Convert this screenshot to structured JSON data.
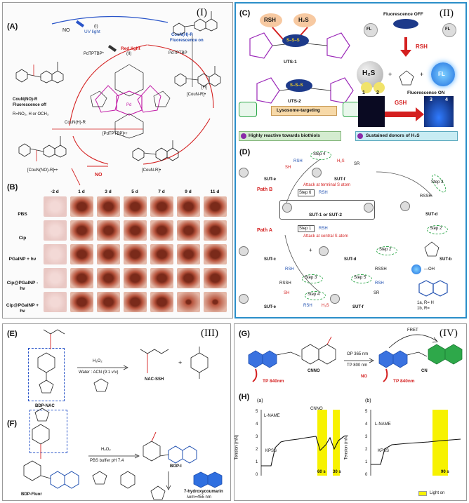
{
  "panel_I": {
    "roman": "(I)",
    "label_A": "(A)",
    "no_top": "NO",
    "uv": "UV light",
    "step_i": "(I)",
    "red_light": "Red light",
    "step_ii": "(II)",
    "pdtptbp_star": "PdTPTBP*",
    "pdtptbp": "PdTPTBP",
    "product_name": "CouN(H)-R",
    "product_state": "Fluorescence on",
    "start_name": "CouN(NO)-R",
    "start_state": "Fluorescence off",
    "r_groups": "R=NO₂, H or OCH₃",
    "pd_label": "Pd",
    "couNH_mid": "CouN(H)-R",
    "pd_radical": "[PdTPTBP]•+",
    "radical_cation": "[CouN-R]•",
    "h_abs": "[H]",
    "radical_left": "[CouN(NO)-R]•+",
    "no_bottom": "NO",
    "couNR": "[CouN-R]•",
    "label_B": "(B)",
    "days": [
      "-2 d",
      "1 d",
      "3 d",
      "5 d",
      "7 d",
      "9 d",
      "11 d"
    ],
    "groups": [
      "PBS",
      "Cip",
      "PGalNP + hν",
      "Cip@PGalNP - hν",
      "Cip@PGalNP + hν"
    ]
  },
  "panel_II": {
    "roman": "(II)",
    "label_C": "(C)",
    "rsh": "RSH",
    "h2s": "H₂S",
    "uts1": "UTS-1",
    "uts2": "UTS-2",
    "lyso": "Lysosome-targeting",
    "fluor_off": "Fluorescence OFF",
    "fl": "FL",
    "rsh2": "RSH",
    "h2s_ball": "H₂S",
    "fluor_on": "Fluorescence ON",
    "vial_nums": [
      "1",
      "2",
      "3",
      "4"
    ],
    "gsh": "GSH",
    "tag1": "Highly reactive towards biothiols",
    "tag2": "Sustained donors of H₂S",
    "label_D": "(D)",
    "step4_top": "Step 4",
    "rsh_top": "RSH",
    "h2s_top": "H₂S",
    "sut_e": "SUT-e",
    "sut_f": "SUT-f",
    "sh": "SH",
    "sr": "SR",
    "path_b": "Path B",
    "attack_terminal": "Attack at terminal S atom",
    "step6": "Step 6",
    "rsh_b": "RSH",
    "sut12": "SUT-1 or SUT-2",
    "step1": "Step 1",
    "rsh_a": "RSH",
    "path_a": "Path A",
    "attack_central": "Attack at central S atom",
    "sut_c": "SUT-c",
    "sut_d": "SUT-d",
    "sut_d_right": "SUT-d",
    "step3_right": "Step 3",
    "rssh": "RSSH",
    "step2": "Step 2",
    "step2b": "Step 2",
    "sut_b": "SUT-b",
    "rsh_l": "RSH",
    "rssh_l": "RSSH",
    "step3": "Step 3",
    "step5": "Step 5",
    "rssh_r": "RSSH",
    "rsh_r": "RSH",
    "sut_e2": "SUT-e",
    "sut_f2": "SUT-f",
    "step4_bot": "Step 4",
    "rsh_bot": "RSH",
    "h2s_bot": "H₂S",
    "r_def": "1a, R= H",
    "r_def2": "1b, R="
  },
  "panel_III": {
    "roman": "(III)",
    "label_E": "(E)",
    "h2o2": "H₂O₂",
    "solvent": "Water : ACN (9:1 v/v)",
    "bdp_nac": "BDP-NAC",
    "nac_ssh": "NAC-SSH",
    "label_F": "(F)",
    "h2o2_f": "H₂O₂",
    "pbs": "PBS buffer pH 7.4",
    "bdp_fluor": "BDP-Fluor",
    "bop1": "BOP-I",
    "hc": "7-hydroxycoumarin",
    "lambda": "λem=455 nm"
  },
  "panel_IV": {
    "roman": "(IV)",
    "label_G": "(G)",
    "fret": "FRET",
    "cnno": "CNNO",
    "op": "OP 365 nm",
    "tp": "TP 800 nm",
    "no": "NO",
    "cn": "CN",
    "tp840_l": "TP 840nm",
    "tp840_r": "TP 840nm",
    "label_H": "(H)",
    "sub_a": "(a)",
    "sub_b": "(b)",
    "ylabel": "Tension (mN)",
    "lname_a": "L-NAME",
    "kpss_a": "KPSS",
    "cnno_a": "CNNO",
    "t60": "60 s",
    "t30": "30 s",
    "lname_b": "L-NAME",
    "kpss_b": "KPSS",
    "t90": "90 s",
    "legend": "Light on",
    "ticks_a": [
      "0",
      "1",
      "2",
      "3",
      "4",
      "5"
    ],
    "ticks_b": [
      "0",
      "1",
      "2",
      "3",
      "4",
      "5"
    ]
  }
}
